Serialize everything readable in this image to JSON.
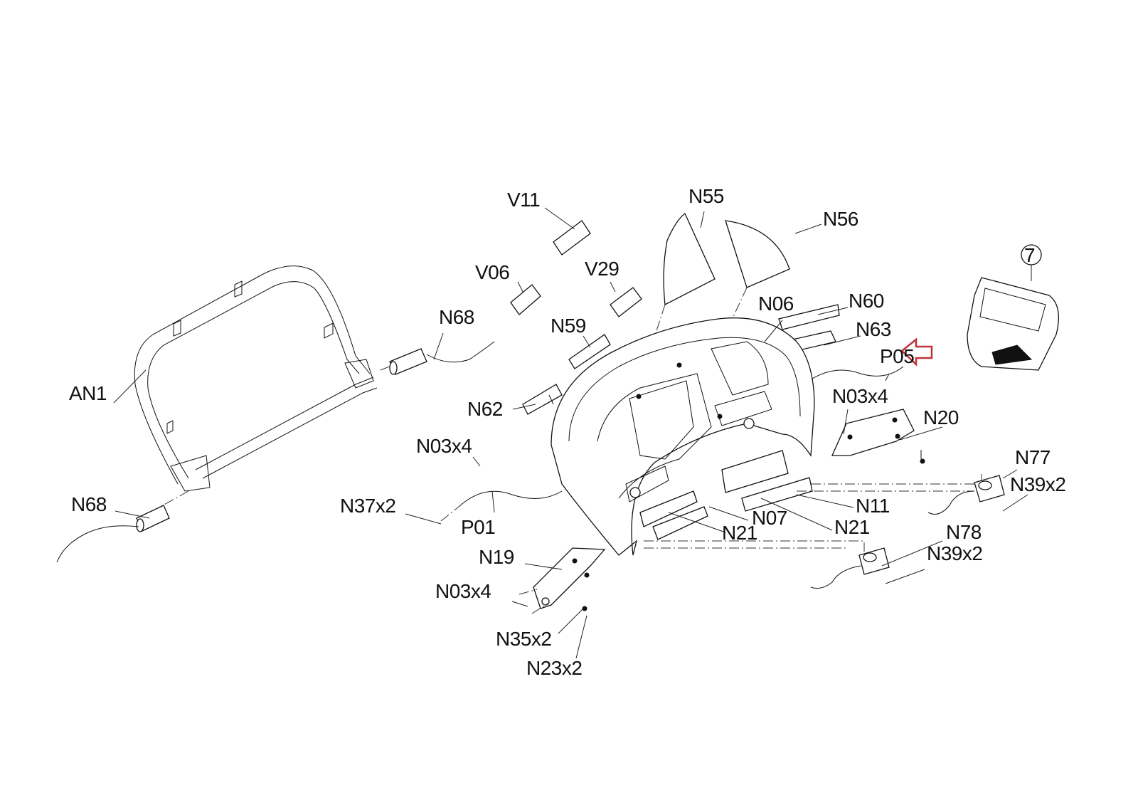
{
  "diagram": {
    "type": "exploded-parts-diagram",
    "subject": "treadmill console assembly",
    "highlight": {
      "part": "P05",
      "indicator": "red-arrow",
      "color": "#c0333a"
    },
    "callouts": [
      {
        "id": "V11",
        "label": "V11"
      },
      {
        "id": "V06",
        "label": "V06"
      },
      {
        "id": "V29",
        "label": "V29"
      },
      {
        "id": "N55",
        "label": "N55"
      },
      {
        "id": "N56",
        "label": "N56"
      },
      {
        "id": "N06",
        "label": "N06"
      },
      {
        "id": "N60",
        "label": "N60"
      },
      {
        "id": "N63",
        "label": "N63"
      },
      {
        "id": "P05",
        "label": "P05"
      },
      {
        "id": "N68a",
        "label": "N68"
      },
      {
        "id": "N59",
        "label": "N59"
      },
      {
        "id": "AN1",
        "label": "AN1"
      },
      {
        "id": "N62",
        "label": "N62"
      },
      {
        "id": "N03a",
        "label": "N03x4"
      },
      {
        "id": "N03b",
        "label": "N03x4"
      },
      {
        "id": "N20",
        "label": "N20"
      },
      {
        "id": "N77",
        "label": "N77"
      },
      {
        "id": "N39a",
        "label": "N39x2"
      },
      {
        "id": "N68b",
        "label": "N68"
      },
      {
        "id": "N37",
        "label": "N37x2"
      },
      {
        "id": "N11",
        "label": "N11"
      },
      {
        "id": "N07",
        "label": "N07"
      },
      {
        "id": "P01",
        "label": "P01"
      },
      {
        "id": "N21a",
        "label": "N21"
      },
      {
        "id": "N21b",
        "label": "N21"
      },
      {
        "id": "N78",
        "label": "N78"
      },
      {
        "id": "N39b",
        "label": "N39x2"
      },
      {
        "id": "N19",
        "label": "N19"
      },
      {
        "id": "N03c",
        "label": "N03x4"
      },
      {
        "id": "N35",
        "label": "N35x2"
      },
      {
        "id": "N23",
        "label": "N23x2"
      },
      {
        "id": "item7",
        "label": "7"
      }
    ]
  }
}
